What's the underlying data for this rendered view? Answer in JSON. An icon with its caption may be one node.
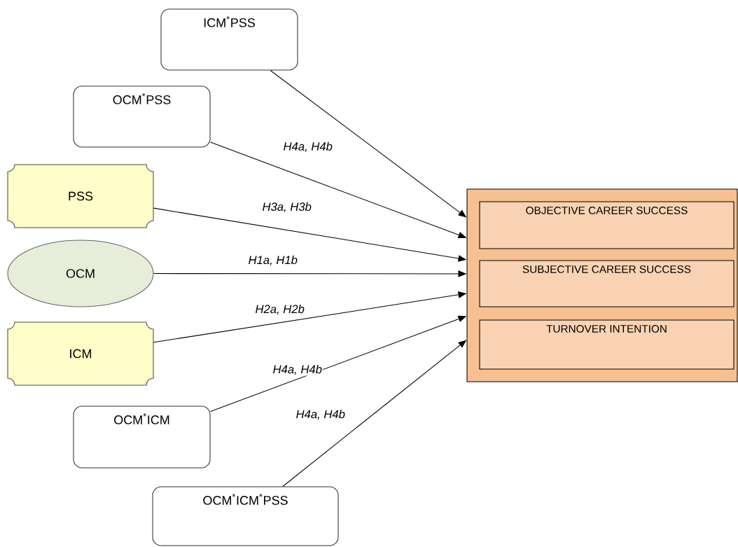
{
  "diagram": {
    "nodes": [
      {
        "text": [
          "ICM$^{*}$PSS"
        ]
      },
      {
        "text": [
          "OCM$^{*}$PSS"
        ]
      },
      {
        "text": [
          "PSS"
        ]
      },
      {
        "text": [
          "OCM"
        ]
      },
      {
        "text": [
          "ICM"
        ]
      },
      {
        "text": [
          "OCM$^{*}$ICM"
        ]
      },
      {
        "text": [
          "OCM$^{*}$ICM$^{*}$PSS"
        ]
      },
      {
        "text": [],
        "shape": "box"
      },
      {
        "text": [
          "OBJECTIVE CAREER SUCCESS"
        ],
        "in": 7
      },
      {
        "text": [
          "SUBJECTIVE CAREER SUCCESS"
        ],
        "in": 7
      },
      {
        "text": [
          "TURNOVER INTENTION"
        ],
        "in": 7
      }
    ],
    "edges": [
      {
        "from": 0,
        "to": 7,
        "arrow": "to"
      },
      {
        "from": 1,
        "to": 7,
        "arrow": "to",
        "label": "H4a, H4b"
      },
      {
        "from": 2,
        "to": 7,
        "arrow": "to",
        "label": "H3a, H3b"
      },
      {
        "from": 3,
        "to": 7,
        "arrow": "to",
        "label": "H1a, H1b"
      },
      {
        "from": 4,
        "to": 7,
        "arrow": "to",
        "label": "H2a, H2b"
      },
      {
        "from": 5,
        "to": 7,
        "arrow": "to",
        "label": "H4a, H4b"
      },
      {
        "from": 6,
        "to": 7,
        "arrow": "to",
        "label": "H4a, H4b"
      }
    ]
  }
}
